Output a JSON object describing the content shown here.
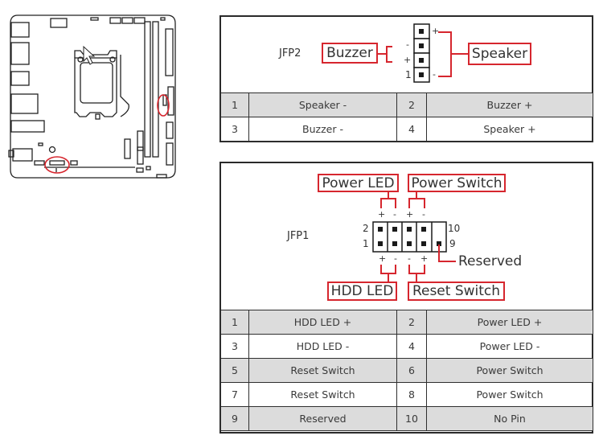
{
  "board_highlights": [
    "JFP2",
    "JFP1"
  ],
  "jfp2": {
    "title": "JFP2",
    "labels": {
      "buzzer": "Buzzer",
      "speaker": "Speaker"
    },
    "signs": {
      "pin4": "+",
      "pin3": "-",
      "pin2": "+",
      "pin1_num": "1",
      "pin1": "-"
    },
    "table": [
      [
        "1",
        "Speaker -",
        "2",
        "Buzzer +"
      ],
      [
        "3",
        "Buzzer -",
        "4",
        "Speaker +"
      ]
    ]
  },
  "jfp1": {
    "title": "JFP1",
    "labels": {
      "power_led": "Power LED",
      "power_switch": "Power Switch",
      "hdd_led": "HDD LED",
      "reset_switch": "Reset Switch",
      "reserved": "Reserved"
    },
    "pin_numbers": {
      "top_left": "2",
      "bottom_left": "1",
      "top_right": "10",
      "bottom_right": "9"
    },
    "top_signs": [
      "+",
      "-",
      "+",
      "-"
    ],
    "bottom_signs": [
      "+",
      "-",
      "-",
      "+"
    ],
    "table": [
      [
        "1",
        "HDD LED +",
        "2",
        "Power LED +"
      ],
      [
        "3",
        "HDD LED -",
        "4",
        "Power LED -"
      ],
      [
        "5",
        "Reset Switch",
        "6",
        "Power Switch"
      ],
      [
        "7",
        "Reset Switch",
        "8",
        "Power Switch"
      ],
      [
        "9",
        "Reserved",
        "10",
        "No Pin"
      ]
    ]
  },
  "colors": {
    "accent_red": "#d6262e",
    "row_shade": "#dcdcdc",
    "line": "#2a2a2a"
  }
}
